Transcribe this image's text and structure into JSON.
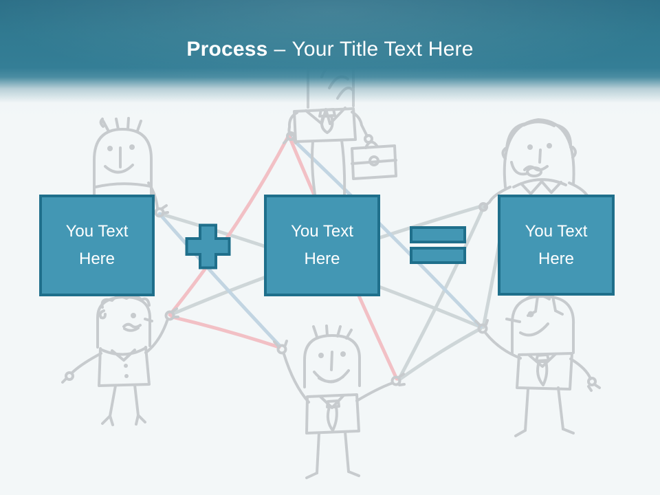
{
  "slide": {
    "header": {
      "title_bold": "Process",
      "title_separator": "–",
      "title_rest": "Your Title Text Here"
    },
    "equation": {
      "boxes": [
        {
          "id": "left",
          "label": "You Text Here"
        },
        {
          "id": "middle",
          "label": "You Text Here"
        },
        {
          "id": "right",
          "label": "You Text Here"
        }
      ],
      "operators": [
        {
          "id": "plus-shape",
          "symbol": "+"
        },
        {
          "id": "equals-shape",
          "symbol": "="
        }
      ]
    },
    "colors": {
      "header_teal": "#31798f",
      "box_fill": "#4397b4",
      "box_border": "#1f6f8b",
      "text_white": "#ffffff",
      "doodle_gray": "#c7cbce",
      "string_pink": "#f2c0c5",
      "string_blue": "#c2d5e2",
      "string_gray": "#ced6d8",
      "background": "#f3f7f8"
    },
    "illustration": {
      "figures": [
        "man-top-left",
        "businessman-with-briefcase-top-center",
        "headset-operator-top-right",
        "woman-bottom-left",
        "man-bottom-center",
        "man-bottom-right"
      ]
    }
  }
}
